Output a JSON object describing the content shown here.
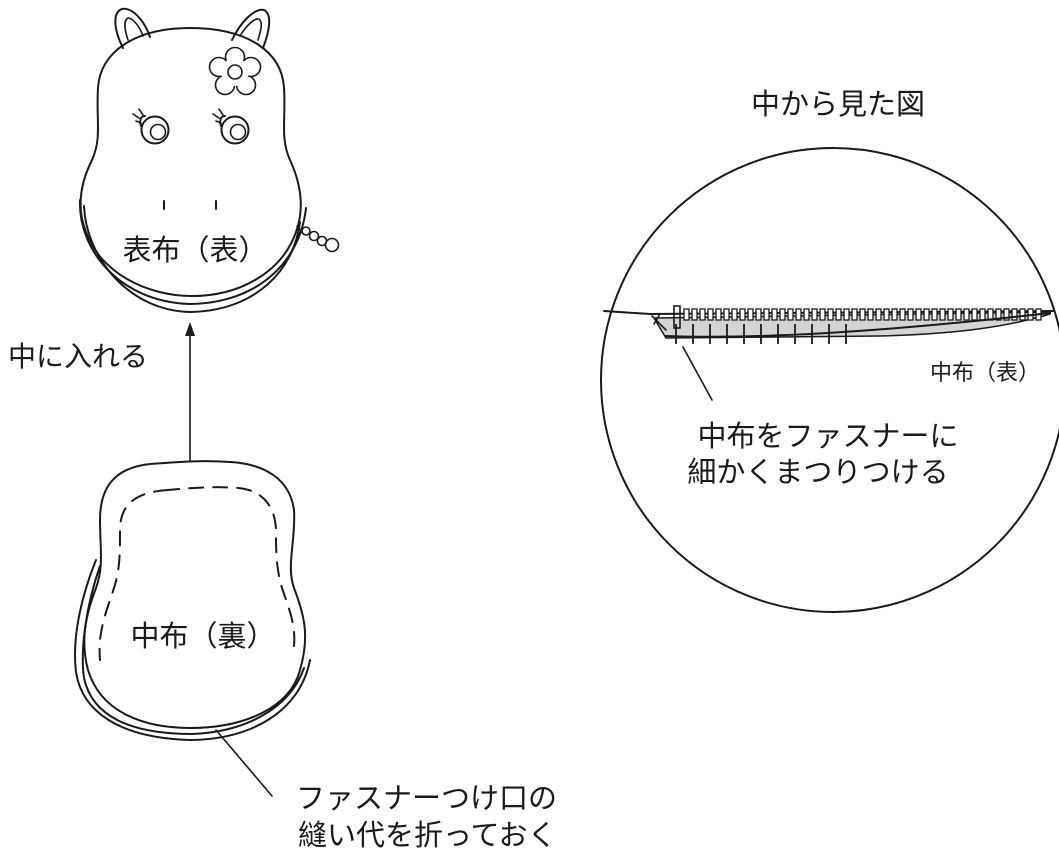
{
  "labels": {
    "outer_fabric": "表布（表）",
    "insert": "中に入れる",
    "inner_fabric_back": "中布（裏）",
    "fold_note_line1": "ファスナーつけ口の",
    "fold_note_line2": "縫い代を折っておく",
    "view_title": "中から見た図",
    "inner_fabric_front": "中布（表）",
    "stitch_note_line1": "中布をファスナーに",
    "stitch_note_line2": "細かくまつりつける"
  },
  "colors": {
    "line": "#1a1a1a",
    "fabric_fill": "#d4d4d4",
    "background": "#ffffff"
  }
}
